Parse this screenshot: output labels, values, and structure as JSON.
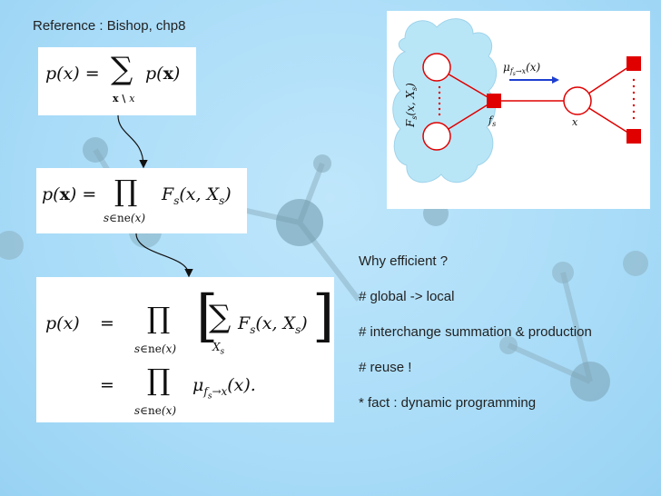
{
  "reference": "Reference : Bishop, chp8",
  "eq1": {
    "lhs": "p(x) =",
    "sum_symbol": "∑",
    "sum_sub": "x \\ x",
    "rhs": "p(x)"
  },
  "eq2": {
    "lhs": "p(x) =",
    "prod_symbol": "∏",
    "prod_sub": "s∈ne(x)",
    "rhs": "F_s(x, X_s)"
  },
  "eq3": {
    "line1_lhs": "p(x)",
    "eq": "=",
    "prod_symbol": "∏",
    "prod_sub": "s∈ne(x)",
    "sum_symbol": "∑",
    "sum_sub": "X_s",
    "inner": "F_s(x, X_s)",
    "line2_eq": "=",
    "line2_rhs": "μ_{fs→x}(x)."
  },
  "diagram": {
    "cloud_label": "F_s(x, X_s)",
    "message_label": "μ_{fs→x}(x)",
    "factor_label": "f_s",
    "variable_label": "x"
  },
  "notes": [
    "Why efficient ?",
    "# global -> local",
    "# interchange summation & production",
    "# reuse !",
    "* fact : dynamic programming"
  ],
  "colors": {
    "red": "#e00000",
    "cloud": "#b9e6f7",
    "arrow_blue": "#1e3fd0"
  }
}
